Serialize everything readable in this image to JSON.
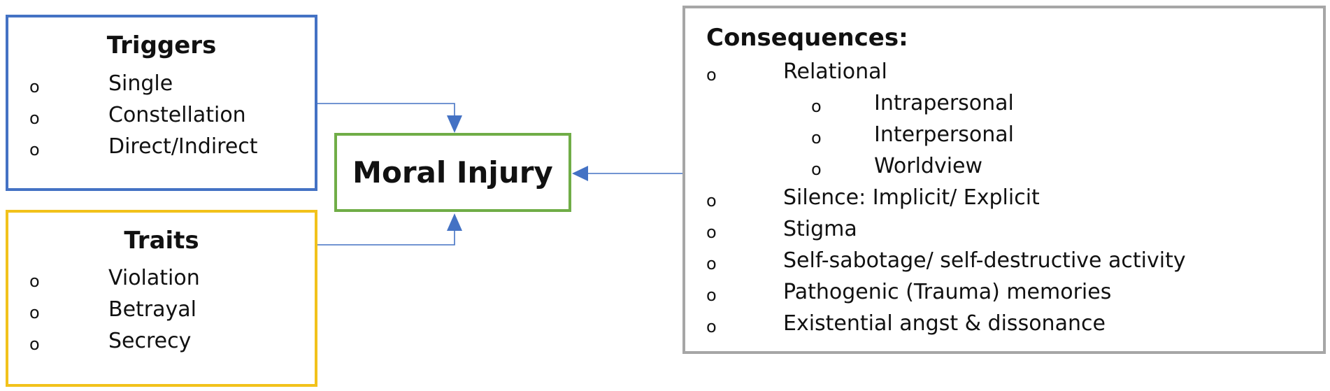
{
  "triggers": {
    "title": "Triggers",
    "items": [
      "Single",
      "Constellation",
      "Direct/Indirect"
    ]
  },
  "traits": {
    "title": "Traits",
    "items": [
      "Violation",
      "Betrayal",
      "Secrecy"
    ]
  },
  "center": {
    "title": "Moral Injury"
  },
  "consequences": {
    "title": "Consequences:",
    "items": [
      {
        "label": "Relational",
        "sub": [
          "Intrapersonal",
          "Interpersonal",
          "Worldview"
        ]
      },
      {
        "label": "Silence: Implicit/ Explicit"
      },
      {
        "label": "Stigma"
      },
      {
        "label": "Self-sabotage/ self-destructive activity"
      },
      {
        "label": "Pathogenic (Trauma) memories"
      },
      {
        "label": "Existential angst & dissonance"
      }
    ]
  },
  "bullet_symbol": "o",
  "colors": {
    "triggers_border": "#4472c4",
    "traits_border": "#f2c21b",
    "center_border": "#70ad47",
    "consequences_border": "#a6a6a6",
    "arrow": "#4472c4"
  }
}
